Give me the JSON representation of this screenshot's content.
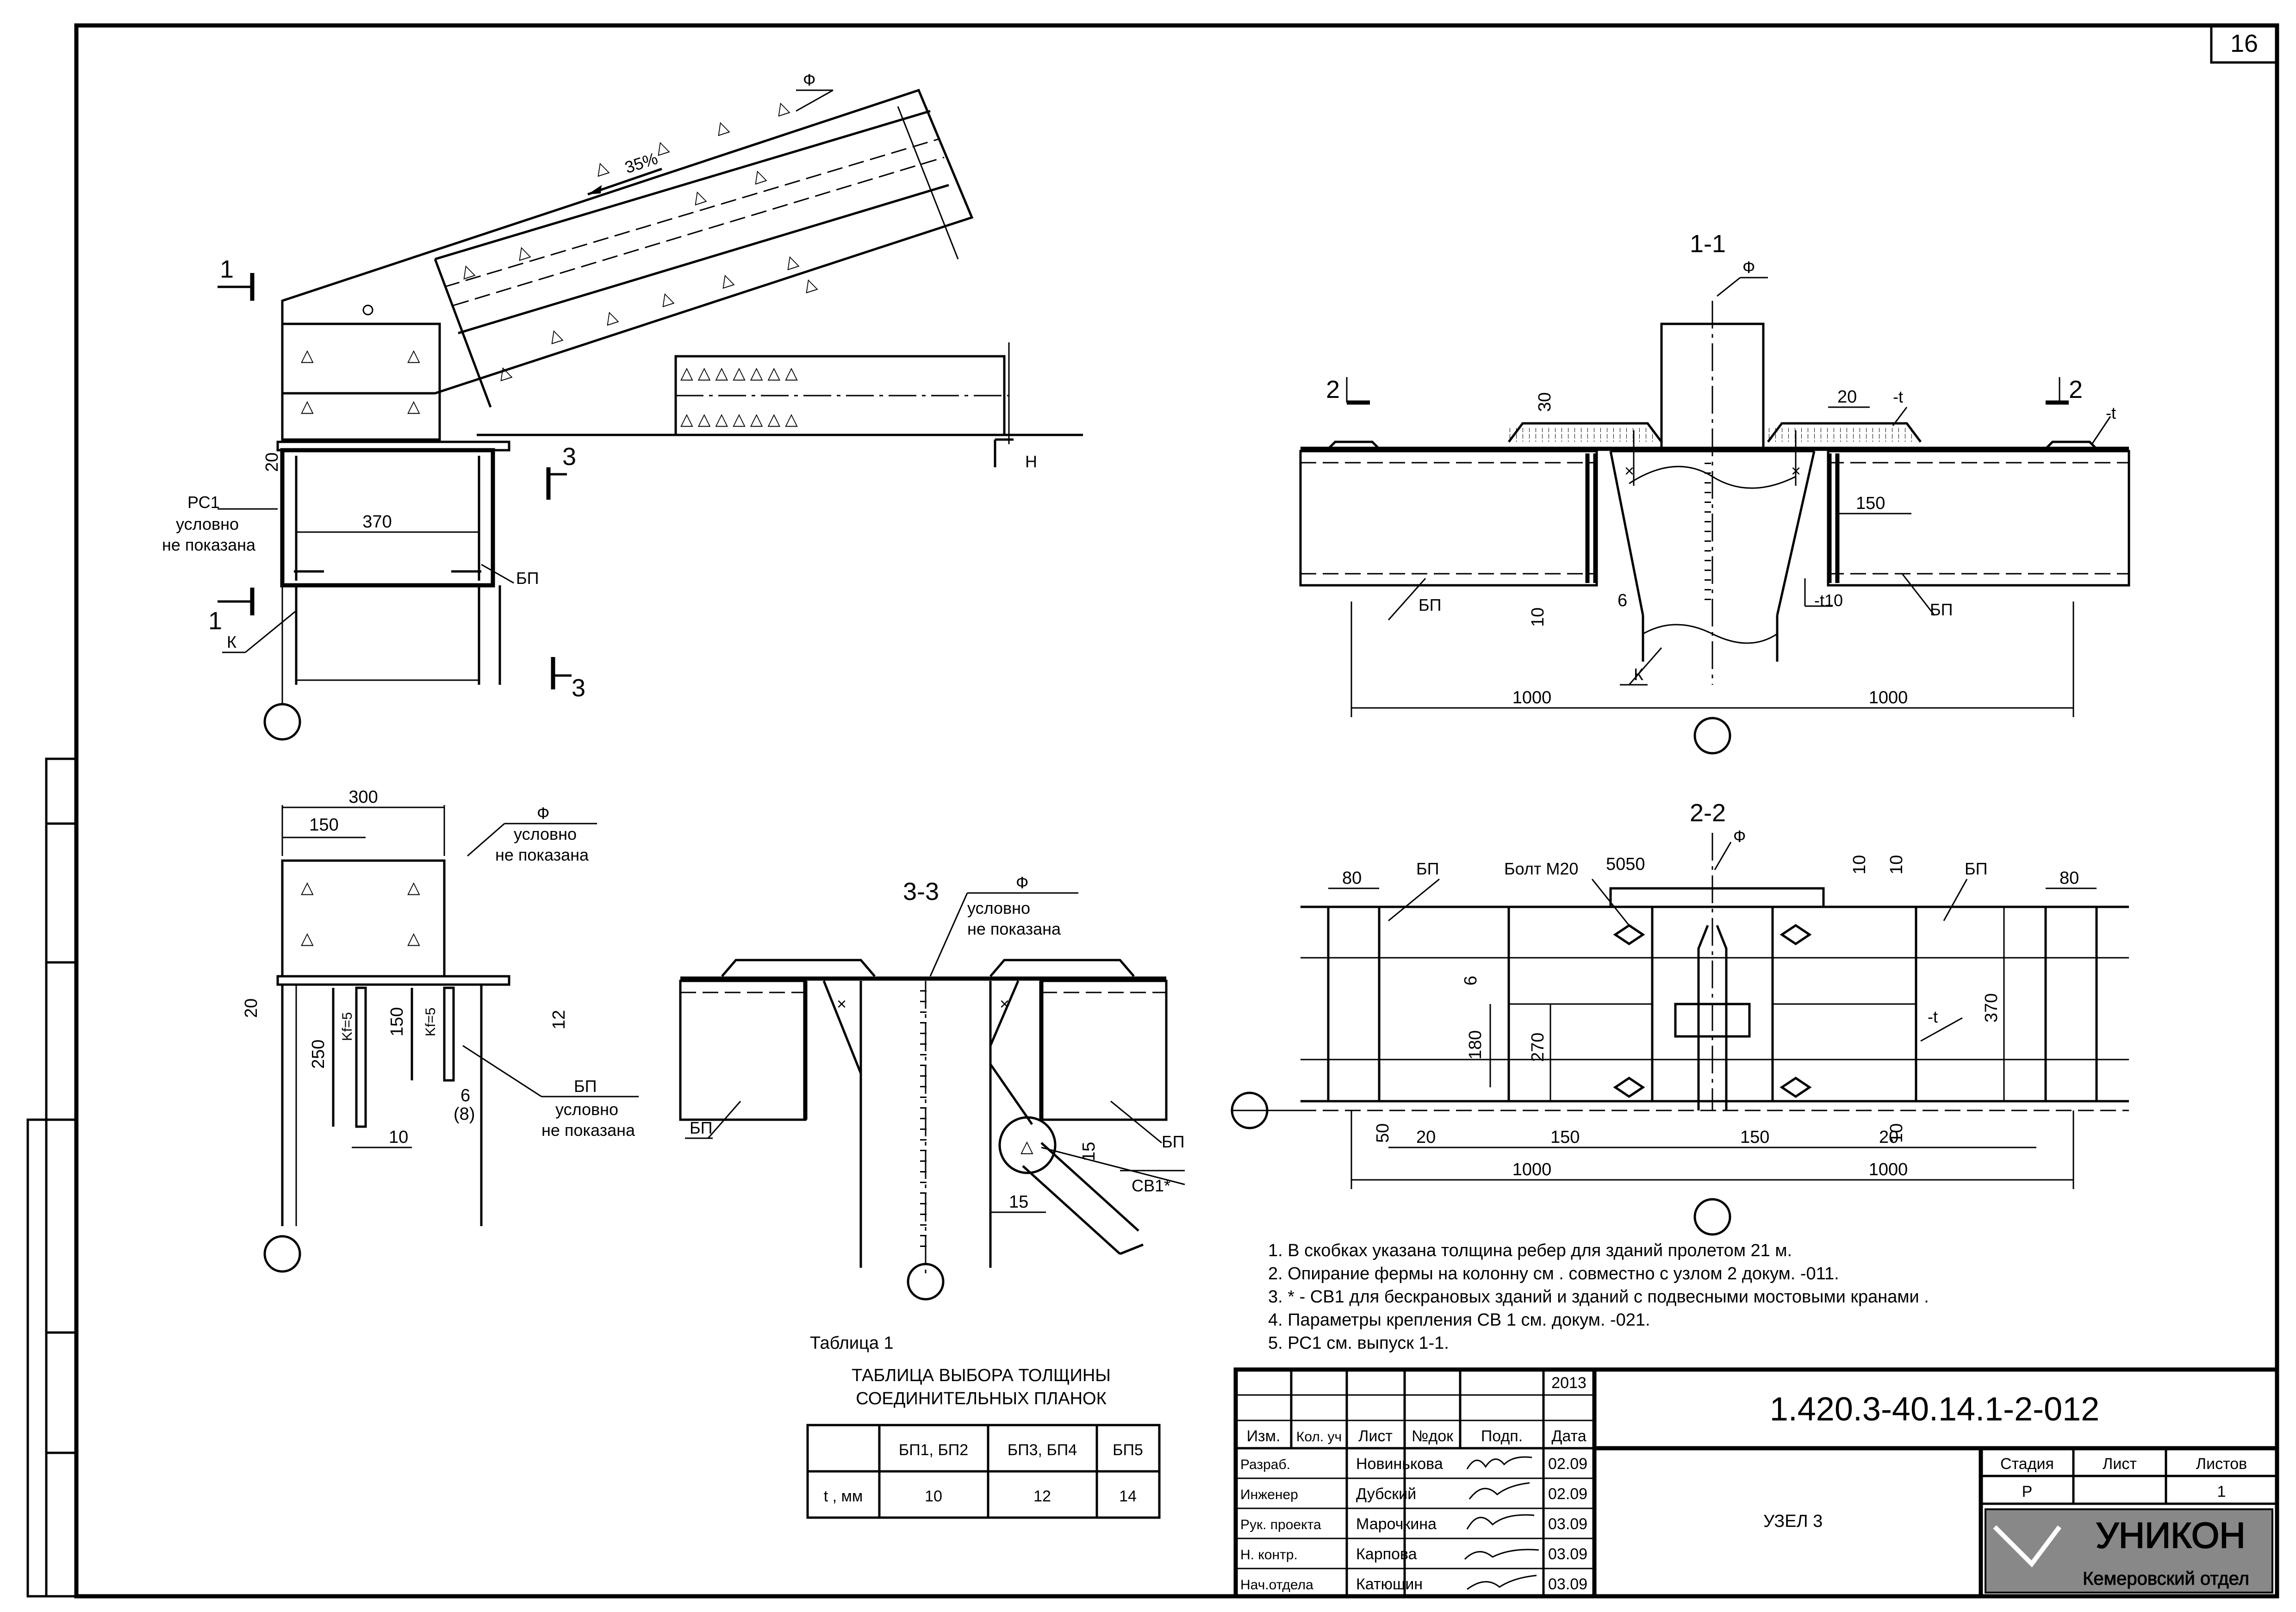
{
  "sheet": {
    "number": "16"
  },
  "view_top_left": {
    "section_marks": [
      "1",
      "1",
      "3",
      "3"
    ],
    "labels": {
      "f": "Ф",
      "slope": "35%",
      "n": "Н",
      "rc1": "РС1",
      "cond1": "условно",
      "cond2": "не показана",
      "bp": "БП",
      "k": "К"
    },
    "dims": {
      "d20": "20",
      "d370": "370"
    }
  },
  "view_1_1": {
    "title": "1-1",
    "section_marks": [
      "2",
      "2"
    ],
    "labels": {
      "f": "Ф",
      "t1": "-t",
      "t2": "-t",
      "t10": "-t10",
      "bp_left": "БП",
      "bp_right": "БП",
      "k": "К"
    },
    "dims": {
      "d30": "30",
      "d20": "20",
      "d150": "150",
      "d6": "6",
      "d10": "10",
      "d1000a": "1000",
      "d1000b": "1000"
    }
  },
  "view_bottom_left": {
    "labels": {
      "f": "Ф",
      "cond1": "условно",
      "cond2": "не показана",
      "bp": "БП",
      "bp_cond1": "условно",
      "bp_cond2": "не показана"
    },
    "dims": {
      "d300": "300",
      "d150": "150",
      "d20": "20",
      "d250": "250",
      "d150v": "150",
      "kf1": "Kf=5",
      "kf2": "Kf=5",
      "d12": "12",
      "d6": "6",
      "d8": "(8)",
      "d10": "10"
    }
  },
  "view_3_3": {
    "title": "3-3",
    "labels": {
      "f": "Ф",
      "cond1": "условно",
      "cond2": "не показана",
      "bp_left": "БП",
      "bp_right": "БП",
      "sv1": "СВ1*"
    },
    "dims": {
      "d15a": "15",
      "d15b": "15"
    }
  },
  "view_2_2": {
    "title": "2-2",
    "labels": {
      "f": "Ф",
      "bolt": "Болт М20",
      "bp_left": "БП",
      "bp_right": "БП",
      "t": "-t"
    },
    "dims": {
      "d80a": "80",
      "d80b": "80",
      "d5050": "5050",
      "d10a": "10",
      "d10b": "10",
      "d6": "6",
      "d180": "180",
      "d270": "270",
      "d370": "370",
      "d50": "50",
      "d20a": "20",
      "d150a": "150",
      "d150b": "150",
      "d20b": "20",
      "d10c": "10",
      "d1000a": "1000",
      "d1000b": "1000"
    }
  },
  "notes": [
    "1.  В скобках указана толщина ребер для зданий пролетом  21 м.",
    "2.  Опирание фермы на колонну см . совместно с узлом  2 докум. -011.",
    "3.  * - СВ1 для бескрановых зданий и зданий с подвесными мостовыми кранами  .",
    "4.  Параметры крепления СВ 1 см. докум. -021.",
    "5.  РС1 см. выпуск 1-1."
  ],
  "table": {
    "caption": "Таблица 1",
    "title_line1": "ТАБЛИЦА ВЫБОРА ТОЛЩИНЫ",
    "title_line2": "СОЕДИНИТЕЛЬНЫХ ПЛАНОК",
    "headers": [
      "",
      "БП1, БП2",
      "БП3, БП4",
      "БП5"
    ],
    "row": [
      "t , мм",
      "10",
      "12",
      "14"
    ]
  },
  "title_block": {
    "year": "2013",
    "code": "1.420.3-40.14.1-2-012",
    "header_cols": [
      "Изм.",
      "Кол. уч",
      "Лист",
      "№док",
      "Подп.",
      "Дата"
    ],
    "rows": [
      {
        "role": "Разраб.",
        "name": "Новинькова",
        "date": "02.09"
      },
      {
        "role": "Инженер",
        "name": "Дубский",
        "date": "02.09"
      },
      {
        "role": "Рук. проекта",
        "name": "Марочкина",
        "date": "03.09"
      },
      {
        "role": "Н. контр.",
        "name": "Карпова",
        "date": "03.09"
      },
      {
        "role": "Нач.отдела",
        "name": "Катюшин",
        "date": "03.09"
      }
    ],
    "node": "УЗЕЛ 3",
    "stage_headers": [
      "Стадия",
      "Лист",
      "Листов"
    ],
    "stage_values": [
      "Р",
      "",
      "1"
    ],
    "org_name": "УНИКОН",
    "org_dept": "Кемеровский отдел"
  }
}
